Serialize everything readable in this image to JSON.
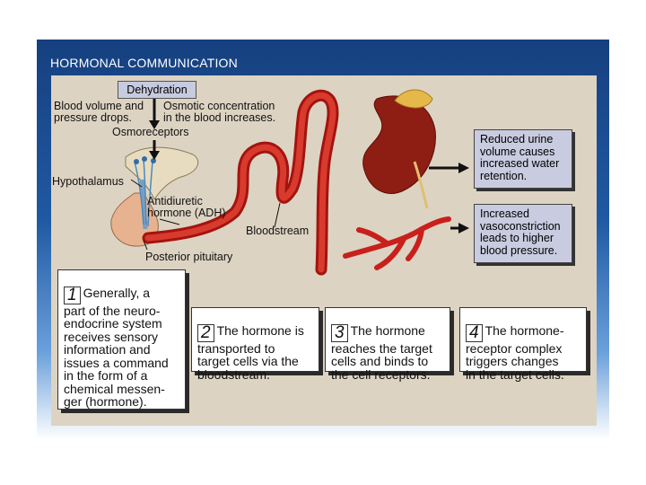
{
  "title": "HORMONAL COMMUNICATION",
  "labels": {
    "dehydration": "Dehydration",
    "blood_volume": "Blood volume and\npressure drops.",
    "osmotic": "Osmotic concentration\nin the blood increases.",
    "osmoreceptors": "Osmoreceptors",
    "hypothalamus": "Hypothalamus",
    "adh": "Antidiuretic\nhormone (ADH)",
    "bloodstream": "Bloodstream",
    "posterior_pituitary": "Posterior pituitary"
  },
  "results": {
    "urine": "Reduced urine\nvolume causes\nincreased water\nretention.",
    "vasoconstriction": "Increased\nvasoconstriction\nleads to higher\nblood pressure."
  },
  "steps": [
    {
      "num": "1",
      "text": "Generally, a\npart of the neuro-\nendocrine system\nreceives sensory\ninformation and\nissues a command\nin the form of a\nchemical messen-\nger (hormone)."
    },
    {
      "num": "2",
      "text": "The hormone is\ntransported to\ntarget cells via the\nbloodstream."
    },
    {
      "num": "3",
      "text": "The hormone\nreaches the target\ncells and binds to\nthe cell receptors."
    },
    {
      "num": "4",
      "text": "The hormone-\nreceptor complex\ntriggers changes\nin the target cells."
    }
  ],
  "colors": {
    "frame": "#1f59a3",
    "panel": "#ddd3c2",
    "vessel": "#c8201c",
    "box_fill": "#c9cbe0"
  }
}
